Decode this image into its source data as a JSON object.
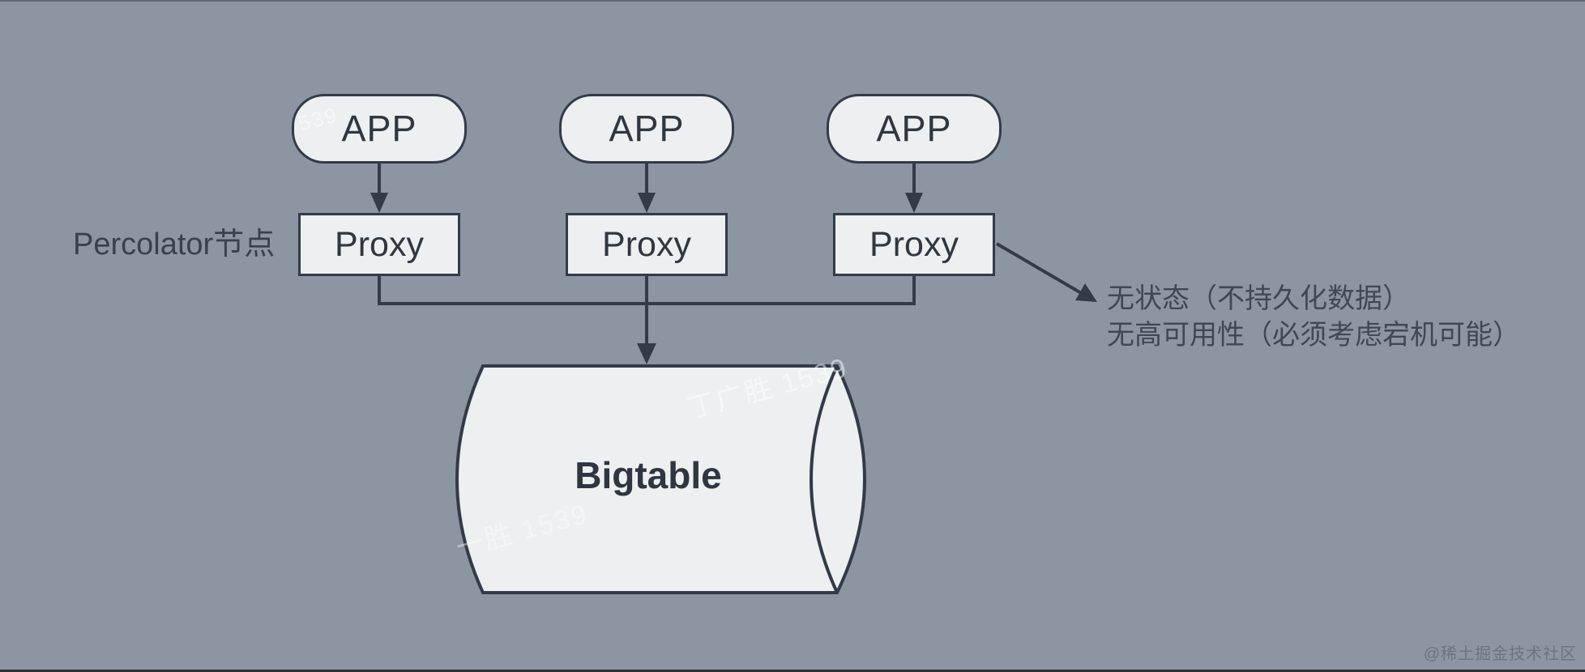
{
  "colors": {
    "background": "#8C96A2",
    "shape_fill": "#EDEFF1",
    "stroke": "#333B48",
    "node_text": "#30373F",
    "row_label_text": "#39414D",
    "annotation_text": "#3F4856",
    "community_watermark_text": "#6B7481",
    "stamp_watermark_text": "rgba(255,255,255,0.5)"
  },
  "nodes": {
    "apps": [
      {
        "label": "APP"
      },
      {
        "label": "APP"
      },
      {
        "label": "APP"
      }
    ],
    "proxies": [
      {
        "label": "Proxy"
      },
      {
        "label": "Proxy"
      },
      {
        "label": "Proxy"
      }
    ],
    "row_label": "Percolator节点",
    "database": {
      "label": "Bigtable"
    }
  },
  "annotation": {
    "line1": "无状态（不持久化数据）",
    "line2": "无高可用性（必须考虑宕机可能）"
  },
  "watermarks": {
    "community": "@稀土掘金技术社区",
    "stamp_app": "539",
    "stamp_db_top": "丁广胜 1539",
    "stamp_db_bottom": "一胜 1539"
  }
}
